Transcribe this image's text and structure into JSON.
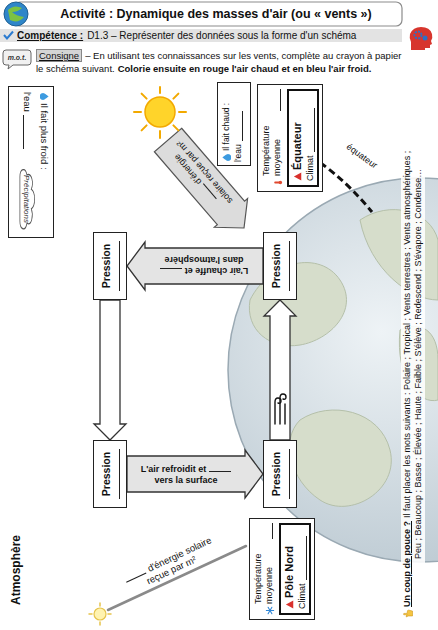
{
  "diagram": {
    "title": "Activité : Dynamique des masses d'air (ou « vents »)",
    "nodes": [
      {
        "text": [
          "Il fait plus froid :",
          "l'eau"
        ]
      },
      {
        "text": [
          "Précipitations"
        ],
        "in": 0
      },
      {
        "text": [
          "Il fait chaud :",
          "l'eau"
        ]
      },
      {
        "text": [
          "Température moyenne"
        ]
      },
      {
        "text": [
          "Équateur",
          "Climat"
        ],
        "in": 3
      },
      {
        "text": [
          "Pression"
        ]
      },
      {
        "text": [
          "Pression"
        ]
      },
      {
        "text": [
          "Pression"
        ]
      },
      {
        "text": [
          "Pression"
        ]
      },
      {
        "text": [
          "Température moyenne"
        ]
      },
      {
        "text": [
          "Pôle Nord",
          "Climat"
        ],
        "in": 9
      }
    ],
    "edges": [
      {
        "from": 6,
        "to": 5,
        "arrow": "to",
        "label": "L'air chauffe et"
      },
      {
        "from": 5,
        "to": 7,
        "arrow": "to"
      },
      {
        "from": 7,
        "to": 8,
        "arrow": "to",
        "label": "L'air refroidit et"
      },
      {
        "from": 8,
        "to": 6,
        "arrow": "to"
      }
    ],
    "labels": [
      "m.o.t.",
      "Compétence :",
      "D1.3 – Représenter des données sous la forme d'un schéma",
      "Consigne",
      "– En utilisant tes connaissances sur les vents, complète au crayon à papier le schéma suivant.",
      "Colorie ensuite en rouge l'air chaud et en bleu l'air froid.",
      "d'énergie solaire reçue par m²",
      "dans l'atmosphère",
      "équateur",
      "Atmosphère",
      "vers la surface",
      "d'énergie solaire reçue par m²",
      "Un coup de pouce ?",
      "Il faut placer les mots suivants : Polaire ; Tropical ; Vents terrestres ; Vents atmosphériques ;",
      "Peu ; Beaucoup ; Basse ; Élevée ; Haute ; Faible ; S'élève ; Redescend ; S'évapore ; Condense…"
    ]
  }
}
